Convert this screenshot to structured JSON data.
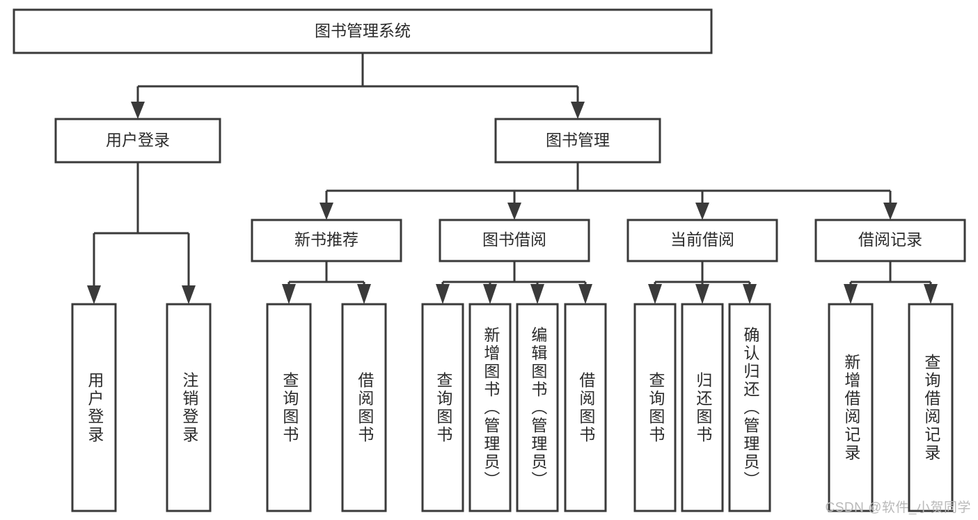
{
  "diagram": {
    "kind": "tree-hierarchy-chart",
    "title_box": {
      "id": "root",
      "label": "图书管理系统"
    },
    "level2": [
      {
        "id": "user-login",
        "label": "用户登录"
      },
      {
        "id": "book-manage",
        "label": "图书管理"
      }
    ],
    "level3": [
      {
        "id": "new-book-recommend",
        "label": "新书推荐"
      },
      {
        "id": "book-borrow",
        "label": "图书借阅"
      },
      {
        "id": "current-borrow",
        "label": "当前借阅"
      },
      {
        "id": "borrow-record",
        "label": "借阅记录"
      }
    ],
    "leaves": {
      "user_login": [
        {
          "id": "leaf-user-login",
          "label": "用户登录"
        },
        {
          "id": "leaf-logout-login",
          "label": "注销登录"
        }
      ],
      "new_book_recommend": [
        {
          "id": "leaf-query-book-1",
          "label": "查询图书"
        },
        {
          "id": "leaf-borrow-book-1",
          "label": "借阅图书"
        }
      ],
      "book_borrow": [
        {
          "id": "leaf-query-book-2",
          "label": "查询图书"
        },
        {
          "id": "leaf-add-book",
          "label": "新增图书（管理员）"
        },
        {
          "id": "leaf-edit-book",
          "label": "编辑图书（管理员）"
        },
        {
          "id": "leaf-borrow-book-2",
          "label": "借阅图书"
        }
      ],
      "current_borrow": [
        {
          "id": "leaf-query-book-3",
          "label": "查询图书"
        },
        {
          "id": "leaf-return-book",
          "label": "归还图书"
        },
        {
          "id": "leaf-confirm-return",
          "label": "确认归还（管理员）"
        }
      ],
      "borrow_record": [
        {
          "id": "leaf-add-borrow-record",
          "label": "新增借阅记录"
        },
        {
          "id": "leaf-query-borrow-record",
          "label": "查询借阅记录"
        }
      ]
    }
  },
  "watermark": {
    "text": "CSDN @软件_小贺同学"
  },
  "colors": {
    "stroke": "#3a3a3a",
    "box_fill": "#ffffff",
    "text": "#2b2b2b",
    "watermark": "#b9b9b9",
    "background": "#ffffff"
  }
}
